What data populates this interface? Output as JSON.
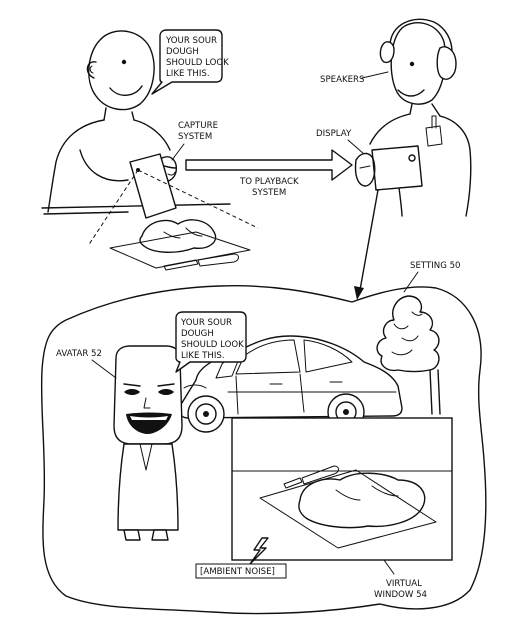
{
  "speech_bubble_top": [
    "YOUR SOUR",
    "DOUGH",
    "SHOULD LOOK",
    "LIKE THIS."
  ],
  "speech_bubble_avatar": [
    "YOUR SOUR",
    "DOUGH",
    "SHOULD LOOK",
    "LIKE THIS."
  ],
  "labels": {
    "capture_system": [
      "CAPTURE",
      "SYSTEM"
    ],
    "to_playback_system": [
      "TO PLAYBACK",
      "SYSTEM"
    ],
    "speakers": "SPEAKERS",
    "display": "DISPLAY",
    "setting": "SETTING 50",
    "avatar": "AVATAR 52",
    "ambient_noise": "[AMBIENT NOISE]",
    "virtual_window": [
      "VIRTUAL",
      "WINDOW 54"
    ]
  }
}
